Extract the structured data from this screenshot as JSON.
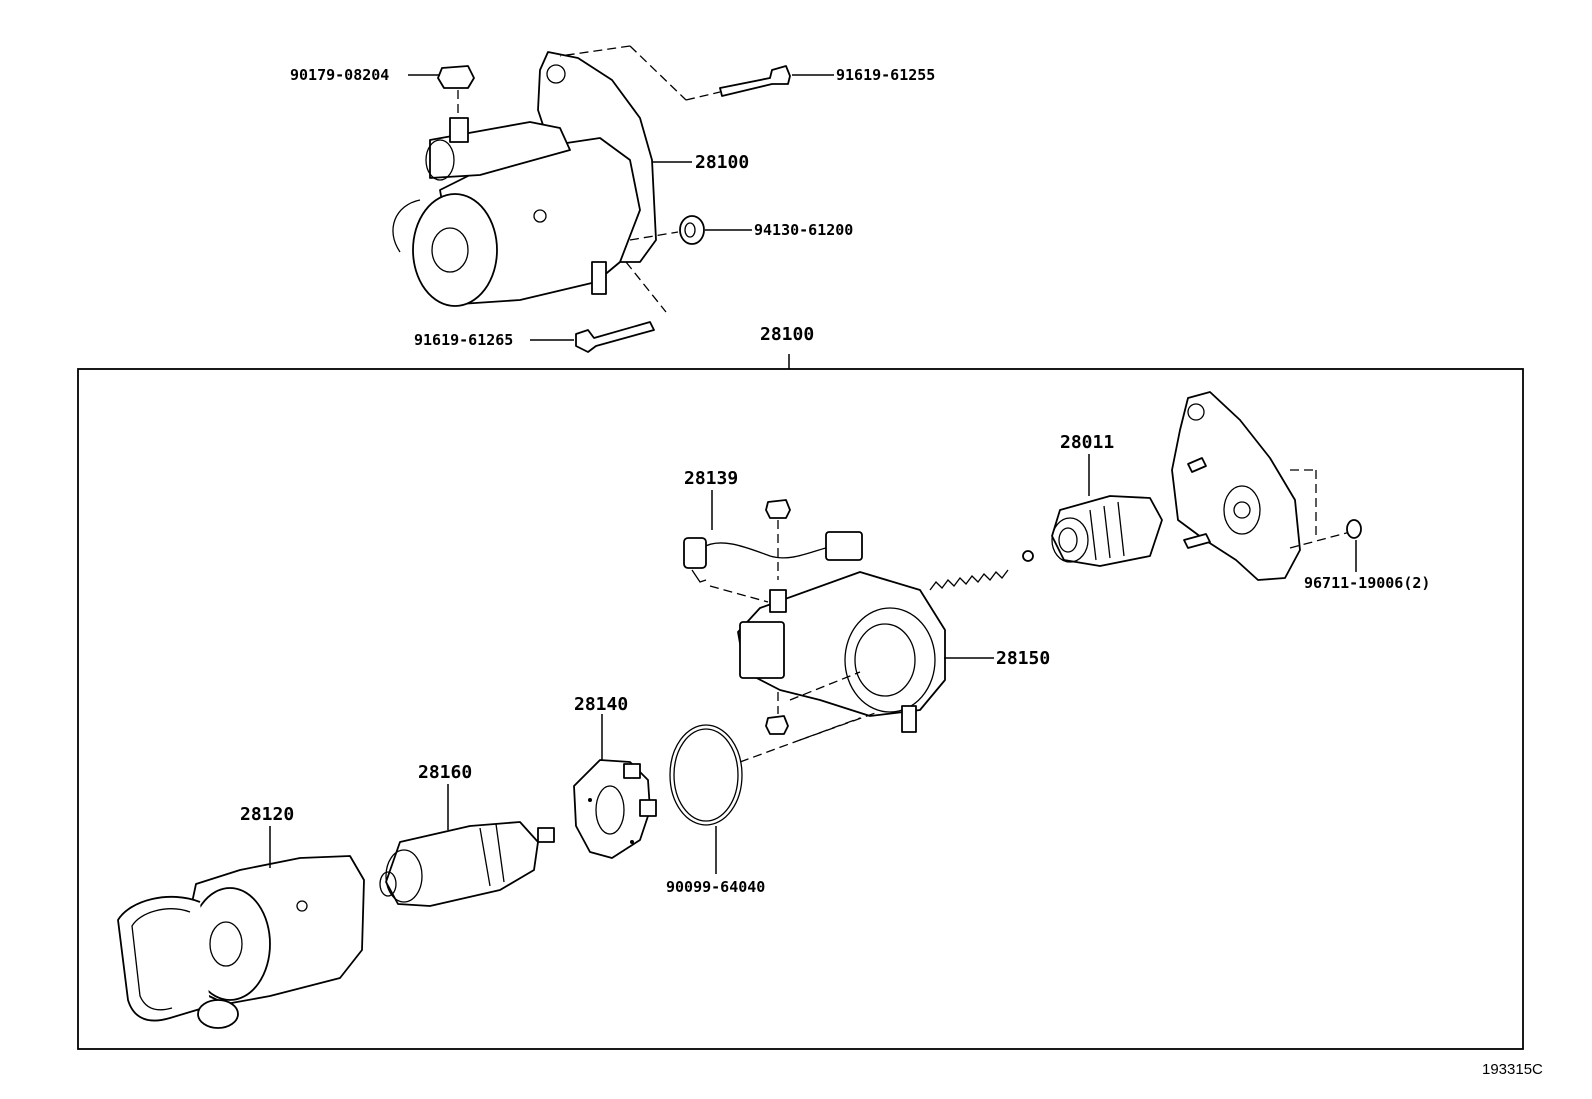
{
  "labels": {
    "top_nut": "90179-08204",
    "top_bolt": "91619-61255",
    "assembly_top": "28100",
    "washer": "94130-61200",
    "bottom_bolt": "91619-61265",
    "assembly_box": "28100",
    "lead_wire": "28139",
    "clutch": "28011",
    "ball": "96711-19006(2)",
    "housing": "28150",
    "plate": "28140",
    "armature": "28160",
    "yoke": "28120",
    "o_ring": "90099-64040"
  },
  "diagram_id": "193315C"
}
